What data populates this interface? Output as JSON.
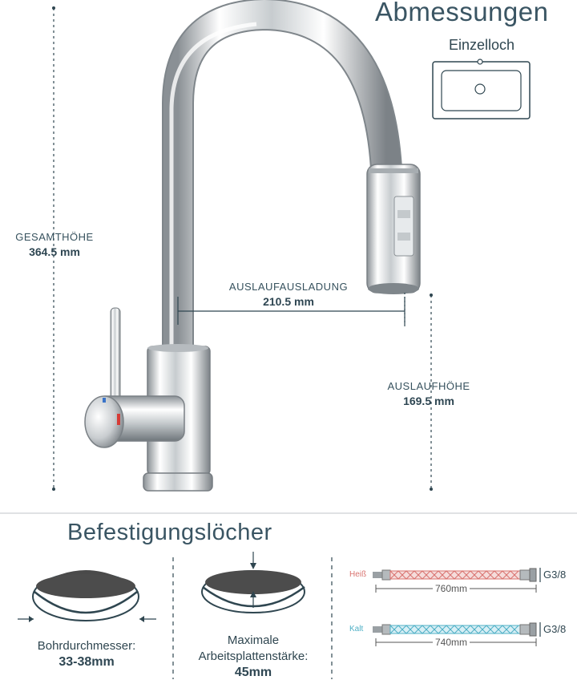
{
  "header": {
    "title": "Abmessungen",
    "mount_type": "Einzelloch"
  },
  "dimensions": {
    "total_height_label": "GESAMTHÖHE",
    "total_height_value": "364.5 mm",
    "spout_reach_label": "AUSLAUFAUSLADUNG",
    "spout_reach_value": "210.5 mm",
    "spout_height_label": "AUSLAUFHÖHE",
    "spout_height_value": "169.5 mm"
  },
  "mounting": {
    "title": "Befestigungslöcher",
    "hole_diameter_label": "Bohrdurchmesser:",
    "hole_diameter_value": "33-38mm",
    "max_thickness_label_line1": "Maximale",
    "max_thickness_label_line2": "Arbeitsplattenstärke:",
    "max_thickness_value": "45mm"
  },
  "hoses": {
    "hot": {
      "label": "Heiß",
      "length": "760mm",
      "thread": "G3/8",
      "color": "#d9736f"
    },
    "cold": {
      "label": "Kalt",
      "length": "740mm",
      "thread": "G3/8",
      "color": "#4fb0c6"
    }
  },
  "colors": {
    "accent": "#3a5563",
    "dimension_line": "#2f4650",
    "chrome_dark": "#6d7378",
    "chrome_light": "#f2f4f5"
  }
}
